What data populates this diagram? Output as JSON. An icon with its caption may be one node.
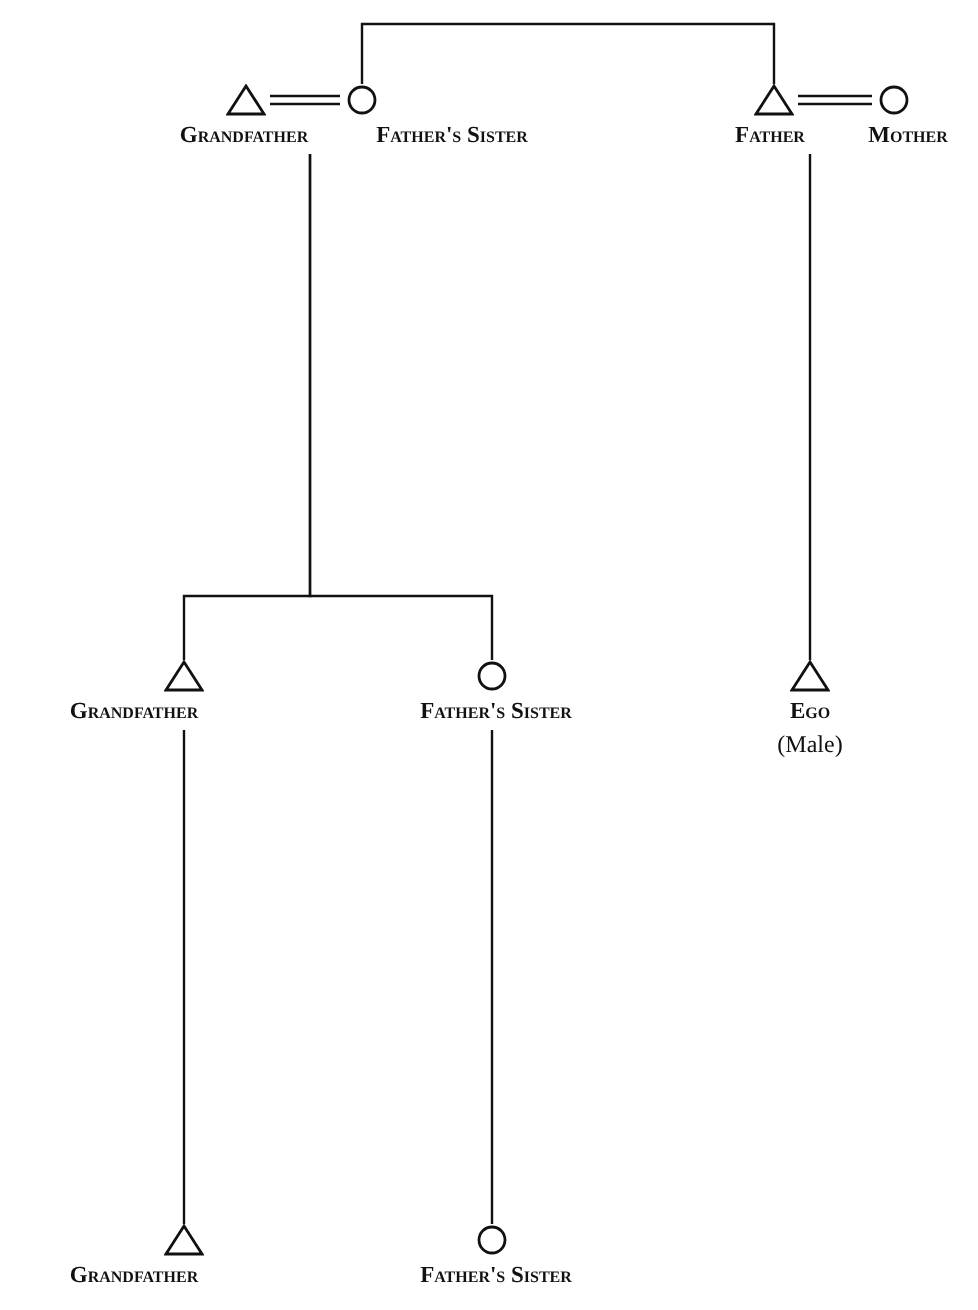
{
  "diagram": {
    "nodes": [
      {
        "text": [],
        "shape": "triangle",
        "beside": [
          "Grandfather"
        ]
      },
      {
        "text": [],
        "shape": "circle",
        "beside": [
          "Father's Sister"
        ]
      },
      {
        "text": [],
        "shape": "triangle",
        "beside": [
          "Father"
        ]
      },
      {
        "text": [],
        "shape": "circle",
        "beside": [
          "Mother"
        ]
      },
      {
        "text": [],
        "shape": "triangle",
        "beside": [
          "Grandfather"
        ]
      },
      {
        "text": [],
        "shape": "circle",
        "beside": [
          "Father's Sister"
        ]
      },
      {
        "text": [],
        "shape": "triangle",
        "beside": [
          "Ego",
          "(Male)"
        ]
      },
      {
        "text": [],
        "shape": "triangle",
        "beside": [
          "Grandfather"
        ]
      },
      {
        "text": [],
        "shape": "circle",
        "beside": [
          "Father's Sister"
        ]
      }
    ],
    "edges": [
      {
        "from": 0,
        "to": 1,
        "arrow": "none"
      },
      {
        "from": 2,
        "to": 3,
        "arrow": "none"
      },
      {
        "from": 1,
        "to": 2,
        "arrow": "none"
      },
      {
        "from": 0,
        "to": 4,
        "arrow": "none"
      },
      {
        "from": 0,
        "to": 5,
        "arrow": "none"
      },
      {
        "from": 2,
        "to": 6,
        "arrow": "none"
      },
      {
        "from": 4,
        "to": 7,
        "arrow": "none"
      },
      {
        "from": 5,
        "to": 8,
        "arrow": "none"
      }
    ]
  }
}
